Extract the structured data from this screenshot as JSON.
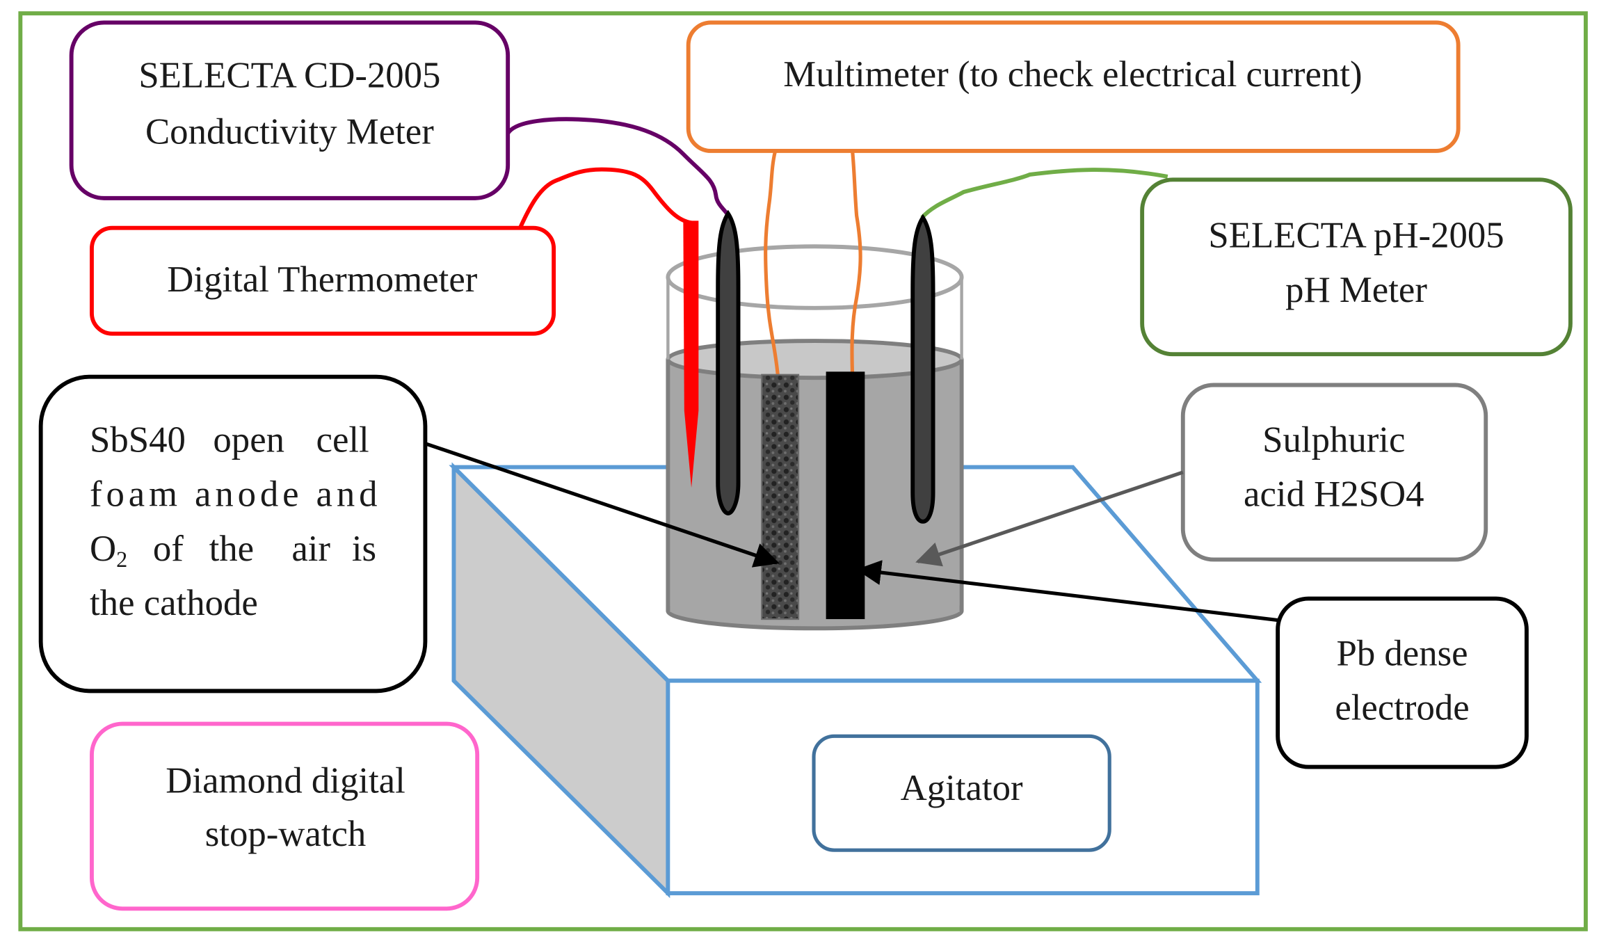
{
  "diagram": {
    "type": "experimental-setup-schematic",
    "colors": {
      "frame": "#70ad47",
      "conductivity": "#660066",
      "thermometer": "#ff0000",
      "multimeter": "#ed7d31",
      "ph_meter": "#548235",
      "ph_wire": "#70ad47",
      "acid_label": "#7f7f7f",
      "pb_label": "#000000",
      "anode_label": "#000000",
      "stopwatch": "#ff66cc",
      "agitator_body": "#5b9bd5",
      "agitator_label": "#41719c",
      "liquid": "#a6a6a6",
      "beaker": "#a6a6a6",
      "probe": "#404040"
    },
    "labels": {
      "conductivity": {
        "line1": "SELECTA CD-2005",
        "line2": "Conductivity Meter"
      },
      "thermometer": {
        "line1": "Digital Thermometer"
      },
      "multimeter": {
        "line1": "Multimeter (to check electrical current)"
      },
      "ph_meter": {
        "line1": "SELECTA pH-2005",
        "line2": "pH Meter"
      },
      "anode": {
        "line1": [
          "SbS40",
          "open",
          "cell"
        ],
        "line2": "foam anode and",
        "line3_o": "O",
        "line3_sub": "2",
        "line3_rest": [
          "of",
          "the",
          "air",
          "is"
        ],
        "line4": "the cathode"
      },
      "acid": {
        "line1": "Sulphuric",
        "line2": "acid H2SO4"
      },
      "pb": {
        "line1": "Pb dense",
        "line2": "electrode"
      },
      "stopwatch": {
        "line1": "Diamond digital",
        "line2": "stop-watch"
      },
      "agitator": {
        "line1": "Agitator"
      }
    }
  }
}
